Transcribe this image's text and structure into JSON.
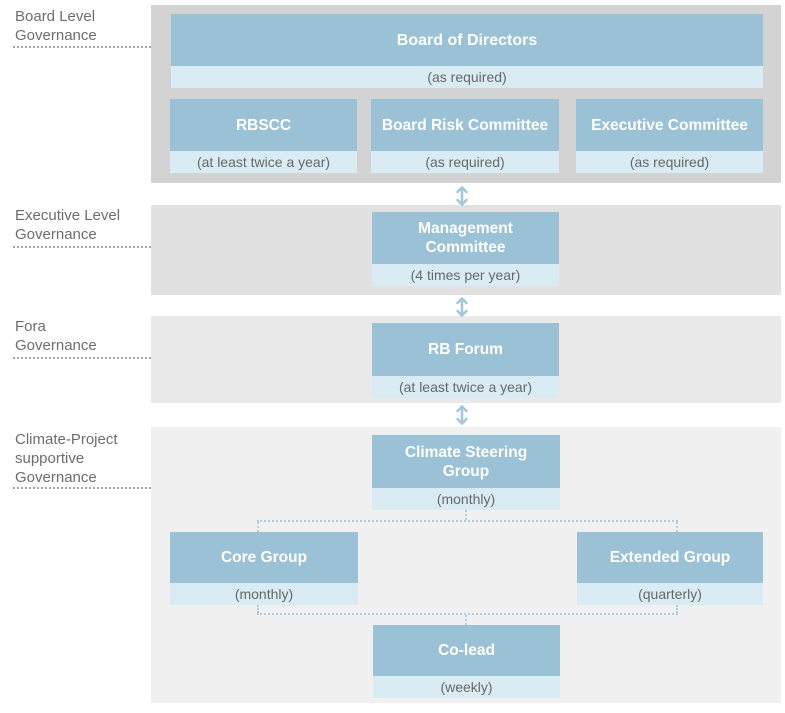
{
  "palette": {
    "band1": "#d3d3d3",
    "band2": "#e1e1e1",
    "band3": "#e9e9e9",
    "band4": "#f0f0f0",
    "box_blue": "#9ac1d6",
    "box_strip": "#d9ebf3",
    "title_text": "#ffffff",
    "freq_text": "#686868",
    "label_text": "#6d6d6d",
    "label_dots": "#a5a5a5",
    "arrow_blue": "#a3c8dc",
    "connector_blue": "#aecfe0"
  },
  "side_labels": [
    {
      "text": "Board Level\nGovernance"
    },
    {
      "text": "Executive Level\nGovernance"
    },
    {
      "text": "Fora\nGovernance"
    },
    {
      "text": "Climate-Project\nsupportive\nGovernance"
    }
  ],
  "boxes": {
    "board_of_directors": {
      "title": "Board of Directors",
      "frequency": "(as required)"
    },
    "rbscc": {
      "title": "RBSCC",
      "frequency": "(at least twice a year)"
    },
    "board_risk_committee": {
      "title": "Board Risk Committee",
      "frequency": "(as required)"
    },
    "executive_committee": {
      "title": "Executive Committee",
      "frequency": "(as required)"
    },
    "management_committee": {
      "title": "Management\nCommittee",
      "frequency": "(4 times per year)"
    },
    "rb_forum": {
      "title": "RB Forum",
      "frequency": "(at least twice a year)"
    },
    "climate_steering_group": {
      "title": "Climate Steering\nGroup",
      "frequency": "(monthly)"
    },
    "core_group": {
      "title": "Core Group",
      "frequency": "(monthly)"
    },
    "extended_group": {
      "title": "Extended Group",
      "frequency": "(quarterly)"
    },
    "co_lead": {
      "title": "Co-lead",
      "frequency": "(weekly)"
    }
  }
}
